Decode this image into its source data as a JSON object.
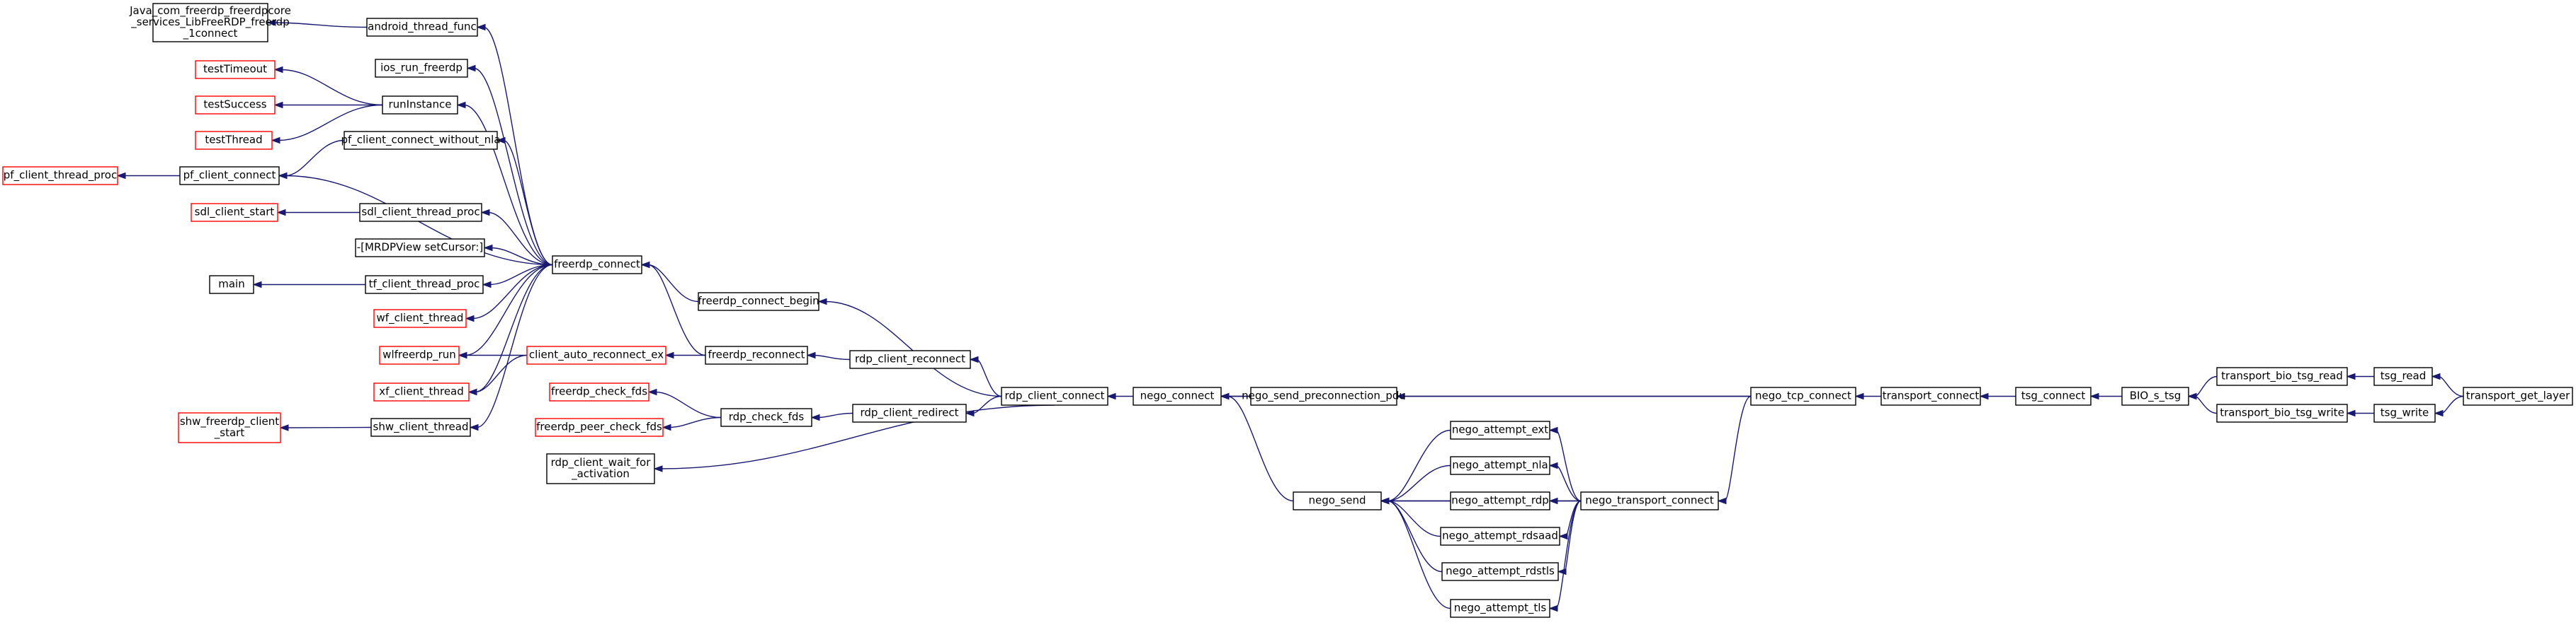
{
  "graph": {
    "title": "",
    "colors": {
      "edge": "#191970",
      "node_border_default": "#000000",
      "node_border_truncated": "#ff0000",
      "node_fill_highlight": "#bfbfbf"
    },
    "nodes": [
      {
        "id": "n_java",
        "lines": [
          "Java_com_freerdp_freerdpcore",
          "_services_LibFreeRDP_freerdp",
          "_1connect"
        ],
        "border": "black"
      },
      {
        "id": "n_android",
        "lines": [
          "android_thread_func"
        ],
        "border": "black"
      },
      {
        "id": "n_ios",
        "lines": [
          "ios_run_freerdp"
        ],
        "border": "black"
      },
      {
        "id": "n_testTimeout",
        "lines": [
          "testTimeout"
        ],
        "border": "red"
      },
      {
        "id": "n_testSuccess",
        "lines": [
          "testSuccess"
        ],
        "border": "red"
      },
      {
        "id": "n_testThread",
        "lines": [
          "testThread"
        ],
        "border": "red"
      },
      {
        "id": "n_runInstance",
        "lines": [
          "runInstance"
        ],
        "border": "black"
      },
      {
        "id": "n_pf_nonla",
        "lines": [
          "pf_client_connect_without_nla"
        ],
        "border": "black"
      },
      {
        "id": "n_pf_thread",
        "lines": [
          "pf_client_thread_proc"
        ],
        "border": "red"
      },
      {
        "id": "n_pf_connect",
        "lines": [
          "pf_client_connect"
        ],
        "border": "black"
      },
      {
        "id": "n_sdl_start",
        "lines": [
          "sdl_client_start"
        ],
        "border": "red"
      },
      {
        "id": "n_sdl_thread",
        "lines": [
          "sdl_client_thread_proc"
        ],
        "border": "black"
      },
      {
        "id": "n_mrdp",
        "lines": [
          "-[MRDPView setCursor:]"
        ],
        "border": "black"
      },
      {
        "id": "n_main",
        "lines": [
          "main"
        ],
        "border": "black"
      },
      {
        "id": "n_tf",
        "lines": [
          "tf_client_thread_proc"
        ],
        "border": "black"
      },
      {
        "id": "n_wf",
        "lines": [
          "wf_client_thread"
        ],
        "border": "red"
      },
      {
        "id": "n_wlf",
        "lines": [
          "wlfreerdp_run"
        ],
        "border": "red"
      },
      {
        "id": "n_xf",
        "lines": [
          "xf_client_thread"
        ],
        "border": "red"
      },
      {
        "id": "n_shw_start",
        "lines": [
          "shw_freerdp_client",
          "_start"
        ],
        "border": "red"
      },
      {
        "id": "n_shw_thread",
        "lines": [
          "shw_client_thread"
        ],
        "border": "black"
      },
      {
        "id": "n_fconnect",
        "lines": [
          "freerdp_connect"
        ],
        "border": "black"
      },
      {
        "id": "n_auto_recon",
        "lines": [
          "client_auto_reconnect_ex"
        ],
        "border": "red"
      },
      {
        "id": "n_fcb",
        "lines": [
          "freerdp_connect_begin"
        ],
        "border": "black"
      },
      {
        "id": "n_freconnect",
        "lines": [
          "freerdp_reconnect"
        ],
        "border": "black"
      },
      {
        "id": "n_fcheck",
        "lines": [
          "freerdp_check_fds"
        ],
        "border": "red"
      },
      {
        "id": "n_fpeer",
        "lines": [
          "freerdp_peer_check_fds"
        ],
        "border": "red"
      },
      {
        "id": "n_rdp_check",
        "lines": [
          "rdp_check_fds"
        ],
        "border": "black"
      },
      {
        "id": "n_rdp_wait",
        "lines": [
          "rdp_client_wait_for",
          "_activation"
        ],
        "border": "black"
      },
      {
        "id": "n_rdp_recon",
        "lines": [
          "rdp_client_reconnect"
        ],
        "border": "black"
      },
      {
        "id": "n_rdp_redirect",
        "lines": [
          "rdp_client_redirect"
        ],
        "border": "black"
      },
      {
        "id": "n_rdp_connect",
        "lines": [
          "rdp_client_connect"
        ],
        "border": "black"
      },
      {
        "id": "n_nego_connect",
        "lines": [
          "nego_connect"
        ],
        "border": "black"
      },
      {
        "id": "n_nego_preconn",
        "lines": [
          "nego_send_preconnection_pdu"
        ],
        "border": "black"
      },
      {
        "id": "n_nego_send",
        "lines": [
          "nego_send"
        ],
        "border": "black"
      },
      {
        "id": "n_att_ext",
        "lines": [
          "nego_attempt_ext"
        ],
        "border": "black"
      },
      {
        "id": "n_att_nla",
        "lines": [
          "nego_attempt_nla"
        ],
        "border": "black"
      },
      {
        "id": "n_att_rdp",
        "lines": [
          "nego_attempt_rdp"
        ],
        "border": "black"
      },
      {
        "id": "n_att_rdsaad",
        "lines": [
          "nego_attempt_rdsaad"
        ],
        "border": "black"
      },
      {
        "id": "n_att_rdstls",
        "lines": [
          "nego_attempt_rdstls"
        ],
        "border": "black"
      },
      {
        "id": "n_att_tls",
        "lines": [
          "nego_attempt_tls"
        ],
        "border": "black"
      },
      {
        "id": "n_nego_transport",
        "lines": [
          "nego_transport_connect"
        ],
        "border": "black"
      },
      {
        "id": "n_nego_tcp",
        "lines": [
          "nego_tcp_connect"
        ],
        "border": "black"
      },
      {
        "id": "n_transport_connect",
        "lines": [
          "transport_connect"
        ],
        "border": "black"
      },
      {
        "id": "n_tsg_connect",
        "lines": [
          "tsg_connect"
        ],
        "border": "black"
      },
      {
        "id": "n_bio",
        "lines": [
          "BIO_s_tsg"
        ],
        "border": "black"
      },
      {
        "id": "n_tb_read",
        "lines": [
          "transport_bio_tsg_read"
        ],
        "border": "black"
      },
      {
        "id": "n_tb_write",
        "lines": [
          "transport_bio_tsg_write"
        ],
        "border": "black"
      },
      {
        "id": "n_tsg_read",
        "lines": [
          "tsg_read"
        ],
        "border": "black"
      },
      {
        "id": "n_tsg_write",
        "lines": [
          "tsg_write"
        ],
        "border": "black"
      },
      {
        "id": "n_root",
        "lines": [
          "transport_get_layer"
        ],
        "border": "black",
        "highlight": true
      }
    ]
  }
}
